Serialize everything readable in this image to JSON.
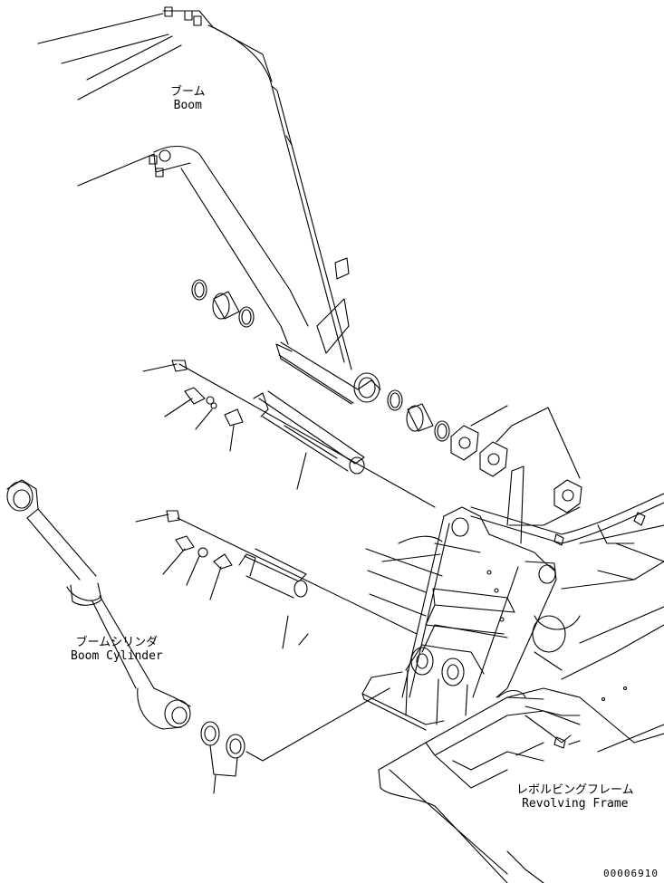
{
  "labels": {
    "boom_jp": "ブーム",
    "boom_en": "Boom",
    "boom_cylinder_jp": "ブームシリンダ",
    "boom_cylinder_en": "Boom Cylinder",
    "revolving_frame_jp": "レボルビングフレーム",
    "revolving_frame_en": "Revolving Frame"
  },
  "drawing_number": "00006910"
}
